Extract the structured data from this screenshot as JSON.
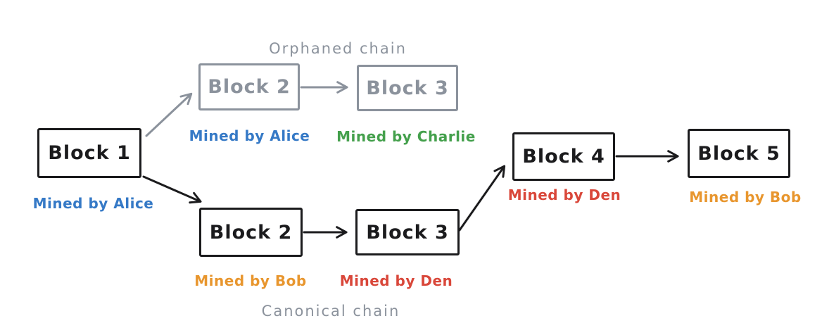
{
  "colors": {
    "ink": "#1b1b1d",
    "gray": "#8b929c",
    "blue": "#3579c6",
    "green": "#44a04c",
    "orange": "#e8962e",
    "red": "#d9473a",
    "background": "#ffffff"
  },
  "chains": {
    "orphaned_label": "Orphaned chain",
    "canonical_label": "Canonical chain"
  },
  "blocks": {
    "block1": {
      "label": "Block 1",
      "miner": "Mined by Alice",
      "miner_color": "blue"
    },
    "orphan_block2": {
      "label": "Block 2",
      "miner": "Mined by Alice",
      "miner_color": "blue"
    },
    "orphan_block3": {
      "label": "Block 3",
      "miner": "Mined by Charlie",
      "miner_color": "green"
    },
    "canonical_block2": {
      "label": "Block 2",
      "miner": "Mined by Bob",
      "miner_color": "orange"
    },
    "canonical_block3": {
      "label": "Block 3",
      "miner": "Mined by Den",
      "miner_color": "red"
    },
    "block4": {
      "label": "Block 4",
      "miner": "Mined by Den",
      "miner_color": "red"
    },
    "block5": {
      "label": "Block 5",
      "miner": "Mined by Bob",
      "miner_color": "orange"
    }
  }
}
